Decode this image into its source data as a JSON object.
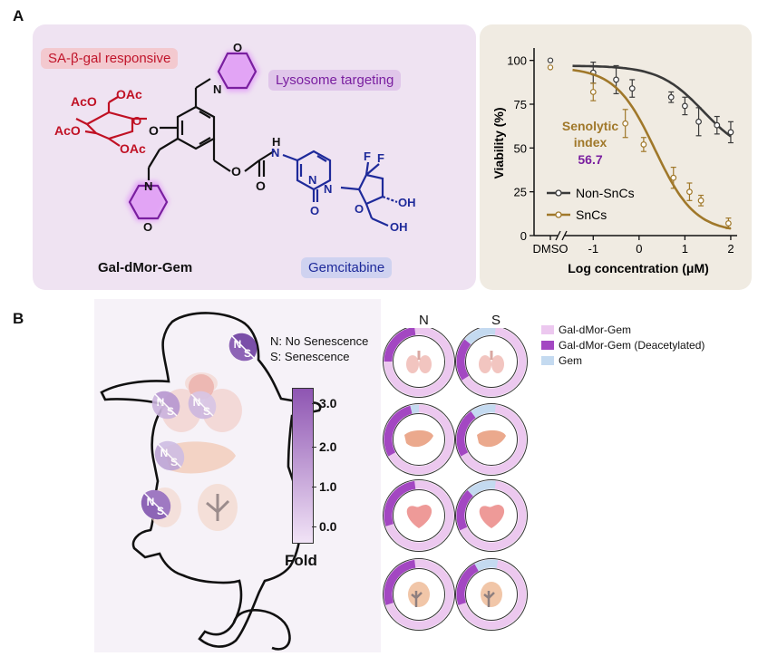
{
  "panels": {
    "a": "A",
    "b": "B"
  },
  "structure": {
    "compound_name": "Gal-dMor-Gem",
    "tag_sa_gal": "SA-β-gal responsive",
    "tag_lysosome": "Lysosome targeting",
    "tag_gemcitabine": "Gemcitabine",
    "atoms": {
      "aco": "AcO",
      "oac": "OAc",
      "o": "O",
      "n": "N",
      "h": "H",
      "f": "F",
      "oh": "OH"
    }
  },
  "chart_data": {
    "type": "line",
    "xlabel": "Log concentration (μM)",
    "ylabel": "Viability (%)",
    "x_ticks": [
      "DMSO",
      "-1",
      "0",
      "1",
      "2"
    ],
    "y_ticks": [
      "0",
      "25",
      "50",
      "75",
      "100"
    ],
    "xlim": [
      -1.5,
      2.1
    ],
    "ylim": [
      0,
      105
    ],
    "annotation": {
      "label_line1": "Senolytic",
      "label_line2": "index",
      "value": "56.7"
    },
    "legend_position": "bottom-left",
    "series": [
      {
        "name": "Non-SnCs",
        "color": "#3a3a3a",
        "dmso": 97,
        "x": [
          -1,
          -0.5,
          -0.15,
          0.7,
          1.0,
          1.3,
          1.7,
          2.0
        ],
        "y": [
          93,
          89,
          84,
          79,
          74,
          65,
          63,
          59
        ],
        "err": [
          6,
          8,
          5,
          3,
          5,
          8,
          5,
          6
        ]
      },
      {
        "name": "SnCs",
        "color": "#a0782a",
        "dmso": 96,
        "x": [
          -1,
          -0.3,
          0.1,
          0.75,
          1.1,
          1.35,
          1.95
        ],
        "y": [
          82,
          64,
          52,
          33,
          25,
          20,
          7
        ],
        "err": [
          5,
          8,
          4,
          6,
          5,
          3,
          3
        ]
      }
    ]
  },
  "panel_b": {
    "legend_ns": {
      "n": "N",
      "s": "S",
      "n_text": "N: No Senescence",
      "s_text": "S: Senescence"
    },
    "colorbar": {
      "title": "Fold",
      "ticks": [
        "3.0",
        "2.0",
        "1.0",
        "0.0"
      ],
      "color_low": "#f1e3f6",
      "color_high": "#8e55b2"
    },
    "column_headers": [
      "N",
      "S"
    ],
    "organs": [
      "lung",
      "liver",
      "heart",
      "kidney"
    ],
    "donut_legend": [
      {
        "label": "Gal-dMor-Gem",
        "color": "#ecc8ef"
      },
      {
        "label": "Gal-dMor-Gem (Deacetylated)",
        "color": "#a347c2"
      },
      {
        "label": "Gem",
        "color": "#c4daf0"
      }
    ]
  }
}
